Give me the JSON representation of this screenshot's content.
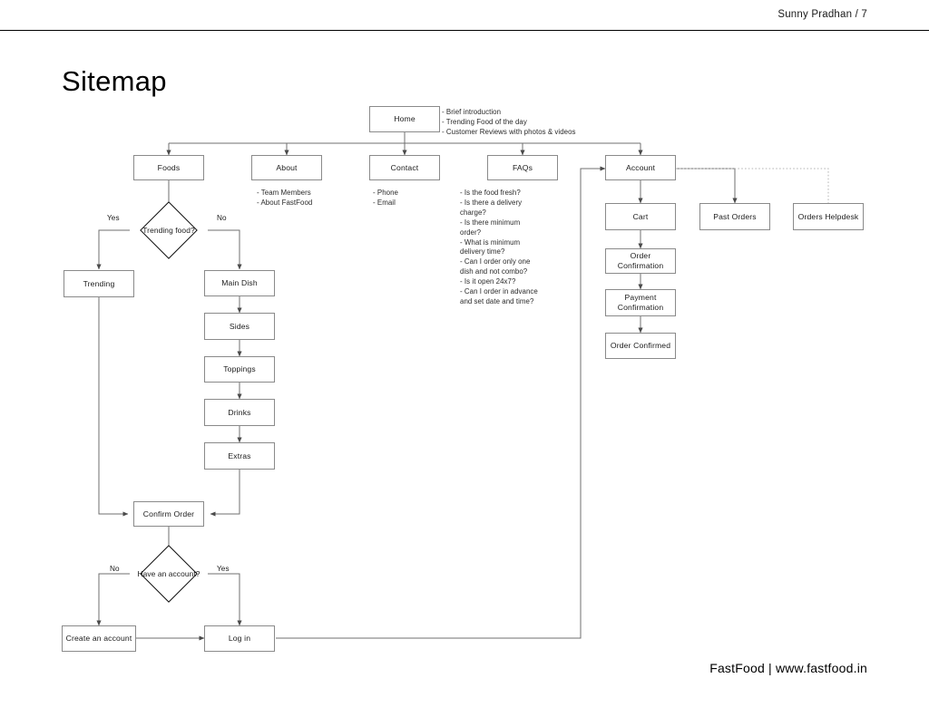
{
  "header": {
    "author_page": "Sunny Pradhan / 7"
  },
  "title": "Sitemap",
  "footer": "FastFood | www.fastfood.in",
  "nodes": {
    "home": "Home",
    "foods": "Foods",
    "about": "About",
    "contact": "Contact",
    "faqs": "FAQs",
    "account": "Account",
    "cart": "Cart",
    "past_orders": "Past Orders",
    "orders_helpdesk": "Orders Helpdesk",
    "order_confirmation": "Order\nConfirmation",
    "payment_confirmation": "Payment\nConfirmation",
    "order_confirmed": "Order Confirmed",
    "trending": "Trending",
    "main_dish": "Main Dish",
    "sides": "Sides",
    "toppings": "Toppings",
    "drinks": "Drinks",
    "extras": "Extras",
    "confirm_order": "Confirm Order",
    "create_an_account": "Create an account",
    "log_in": "Log in"
  },
  "decisions": {
    "trending_food": "Trending food?",
    "have_an_account": "Have an account?"
  },
  "edge_labels": {
    "trending_yes": "Yes",
    "trending_no": "No",
    "account_no": "No",
    "account_yes": "Yes"
  },
  "notes": {
    "home": "- Brief introduction\n- Trending Food of the day\n- Customer Reviews with photos & videos",
    "about": "- Team Members\n- About FastFood",
    "contact": "- Phone\n- Email",
    "faqs": "- Is the food fresh?\n- Is there a delivery\ncharge?\n- Is there minimum\norder?\n- What is minimum\ndelivery time?\n- Can I order only one\ndish and not combo?\n- Is it open 24x7?\n- Can I order in advance\nand set date and time?"
  },
  "colors": {
    "box_border": "#8a8a8a",
    "diamond_border": "#111111",
    "wire": "#6f6f6f",
    "wire_dotted": "#b4b4b4",
    "text": "#1b1b1b",
    "page_bg": "#ffffff"
  }
}
